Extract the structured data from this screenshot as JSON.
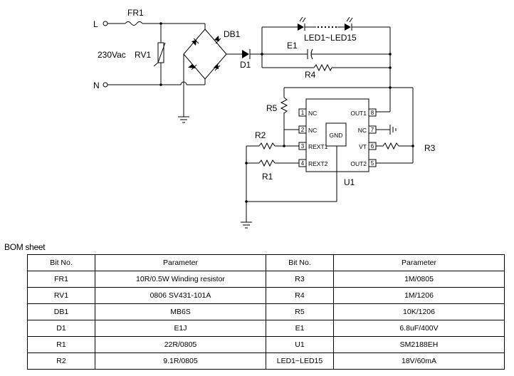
{
  "schematic": {
    "labels": {
      "L": "L",
      "N": "N",
      "FR1": "FR1",
      "vac": "230Vac",
      "RV1": "RV1",
      "DB1": "DB1",
      "D1": "D1",
      "E1": "E1",
      "LED": "LED1~LED15",
      "R4": "R4",
      "R5": "R5",
      "R2": "R2",
      "R1": "R1",
      "R3": "R3",
      "U1": "U1"
    },
    "ic": {
      "gnd": "GND",
      "left_pins": [
        {
          "num": "1",
          "name": "NC"
        },
        {
          "num": "2",
          "name": "NC"
        },
        {
          "num": "3",
          "name": "REXT1"
        },
        {
          "num": "4",
          "name": "REXT2"
        }
      ],
      "right_pins": [
        {
          "num": "8",
          "name": "OUT1"
        },
        {
          "num": "7",
          "name": "NC"
        },
        {
          "num": "6",
          "name": "VT"
        },
        {
          "num": "5",
          "name": "OUT2"
        }
      ]
    }
  },
  "bom": {
    "title": "BOM sheet",
    "headers": [
      "Bit No.",
      "Parameter",
      "Bit No.",
      "Parameter"
    ],
    "rows": [
      [
        "FR1",
        "10R/0.5W Winding resistor",
        "R3",
        "1M/0805"
      ],
      [
        "RV1",
        "0806 SV431-101A",
        "R4",
        "1M/1206"
      ],
      [
        "DB1",
        "MB6S",
        "R5",
        "10K/1206"
      ],
      [
        "D1",
        "E1J",
        "E1",
        "6.8uF/400V"
      ],
      [
        "R1",
        "22R/0805",
        "U1",
        "SM2188EH"
      ],
      [
        "R2",
        "9.1R/0805",
        "LED1~LED15",
        "18V/60mA"
      ]
    ]
  }
}
